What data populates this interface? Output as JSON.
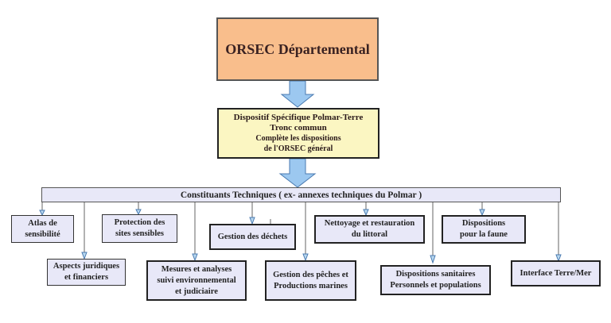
{
  "diagram": {
    "top": {
      "label": "ORSEC Départemental",
      "color": "#f9be8c"
    },
    "middle": {
      "lines": [
        "Dispositif Spécifique Polmar-Terre",
        "Tronc commun",
        "Complète les dispositions",
        "de l'ORSEC général"
      ],
      "color": "#fbf6c2"
    },
    "bar": {
      "label": "Constituants Techniques ( ex- annexes techniques du Polmar )",
      "color": "#e8e8f8"
    },
    "leaves": [
      {
        "id": "atlas",
        "lines": [
          "Atlas de",
          "sensibilité"
        ]
      },
      {
        "id": "aspects",
        "lines": [
          "Aspects juridiques",
          "et financiers"
        ]
      },
      {
        "id": "protection",
        "lines": [
          "Protection des",
          "sites sensibles"
        ]
      },
      {
        "id": "mesures",
        "lines": [
          "Mesures et analyses",
          "suivi environnemental",
          "et judiciaire"
        ]
      },
      {
        "id": "dechets",
        "lines": [
          "Gestion des déchets"
        ]
      },
      {
        "id": "peches",
        "lines": [
          "Gestion des pêches et",
          "Productions marines"
        ]
      },
      {
        "id": "nettoyage",
        "lines": [
          "Nettoyage et restauration",
          "du littoral"
        ]
      },
      {
        "id": "sanitaires",
        "lines": [
          "Dispositions sanitaires",
          "Personnels et populations"
        ]
      },
      {
        "id": "faune",
        "lines": [
          "Dispositions",
          "pour la faune"
        ]
      },
      {
        "id": "interface",
        "lines": [
          "Interface Terre/Mer"
        ]
      }
    ],
    "colors": {
      "arrow_fill": "#9cc8f0",
      "arrow_stroke": "#4a7ab0",
      "connector": "#666666"
    }
  }
}
